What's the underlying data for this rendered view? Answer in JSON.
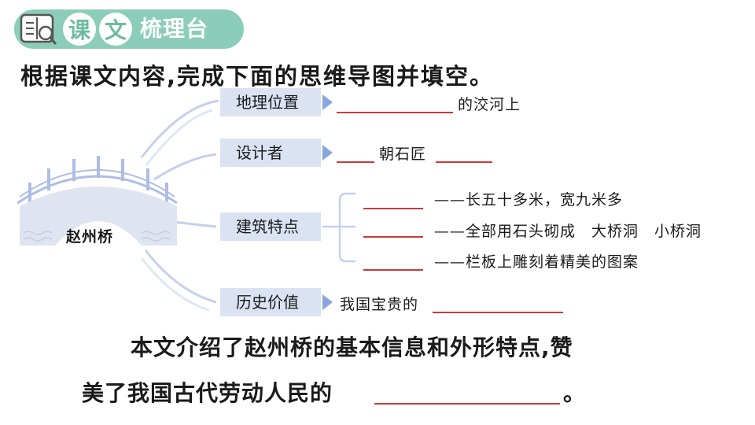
{
  "header": {
    "char1": "课",
    "char2": "文",
    "rest": "梳理台",
    "accent_color": "#8ccdb9",
    "icon": "book-icon"
  },
  "instruction": "根据课文内容,完成下面的思维导图并填空。",
  "bridge": {
    "label": "赵州桥"
  },
  "mindmap": {
    "location": {
      "category": "地理位置",
      "suffix": "的洨河上"
    },
    "designer": {
      "category": "设计者",
      "middle": "朝石匠"
    },
    "features": {
      "category": "建筑特点",
      "items": [
        "——长五十多米，宽九米多",
        "——全部用石头砌成　大桥洞　小桥洞",
        "——栏板上雕刻着精美的图案"
      ]
    },
    "value": {
      "category": "历史价值",
      "prefix": "我国宝贵的"
    }
  },
  "summary": {
    "line1": "本文介绍了赵州桥的基本信息和外形特点,赞",
    "line2": "美了我国古代劳动人民的",
    "end": "。"
  },
  "colors": {
    "category_box": "#dbe3f3",
    "arrow": "#8aa6de",
    "connector": "#c5d0ea",
    "blank_line": "#c83a3a"
  }
}
